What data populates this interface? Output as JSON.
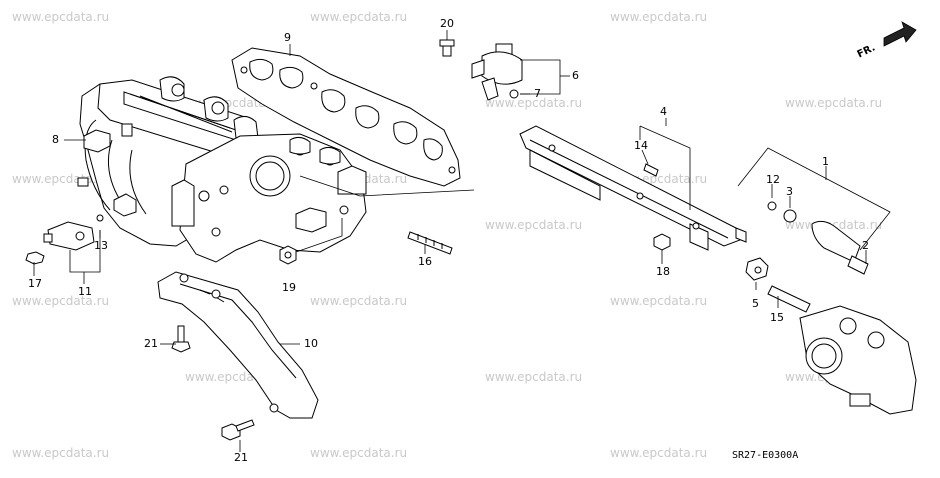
{
  "watermark": "www.epcdata.ru",
  "diagram_code": "SR27-E0300A",
  "front_label": "FR.",
  "callouts": {
    "c1": "1",
    "c2": "2",
    "c3": "3",
    "c4": "4",
    "c5": "5",
    "c6": "6",
    "c7": "7",
    "c8": "8",
    "c9": "9",
    "c10": "10",
    "c11": "11",
    "c12": "12",
    "c13": "13",
    "c14": "14",
    "c15": "15",
    "c16": "16",
    "c17": "17",
    "c18": "18",
    "c19": "19",
    "c20": "20",
    "c21a": "21",
    "c21b": "21"
  }
}
